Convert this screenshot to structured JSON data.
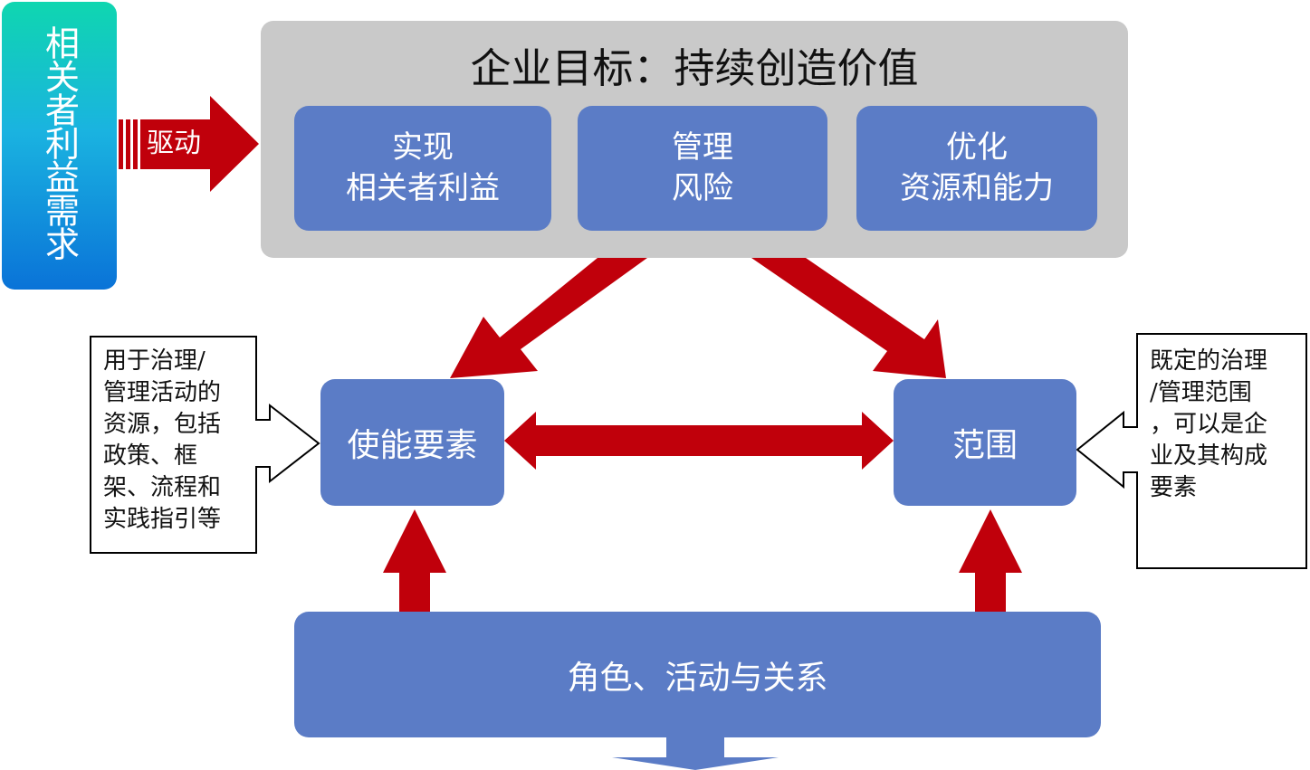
{
  "stakeholder": {
    "label": "相关者利益需求"
  },
  "drive_arrow": {
    "label": "驱动"
  },
  "goal": {
    "title": "企业目标：持续创造价值",
    "boxes": [
      {
        "line1": "实现",
        "line2": "相关者利益"
      },
      {
        "line1": "管理",
        "line2": "风险"
      },
      {
        "line1": "优化",
        "line2": "资源和能力"
      }
    ]
  },
  "enablers": {
    "label": "使能要素"
  },
  "scope": {
    "label": "范围"
  },
  "roles": {
    "label": "角色、活动与关系"
  },
  "callout_left": {
    "lines": [
      "用于治理/",
      "管理活动的",
      "资源，包括",
      "政策、框",
      "架、流程和",
      "实践指引等"
    ]
  },
  "callout_right": {
    "lines": [
      "既定的治理",
      "/管理范围",
      "，可以是企",
      "业及其构成",
      "要素"
    ]
  },
  "colors": {
    "arrow_red": "#c0000b",
    "box_blue": "#5b7cc6",
    "panel_gray": "#c9c9c9"
  }
}
